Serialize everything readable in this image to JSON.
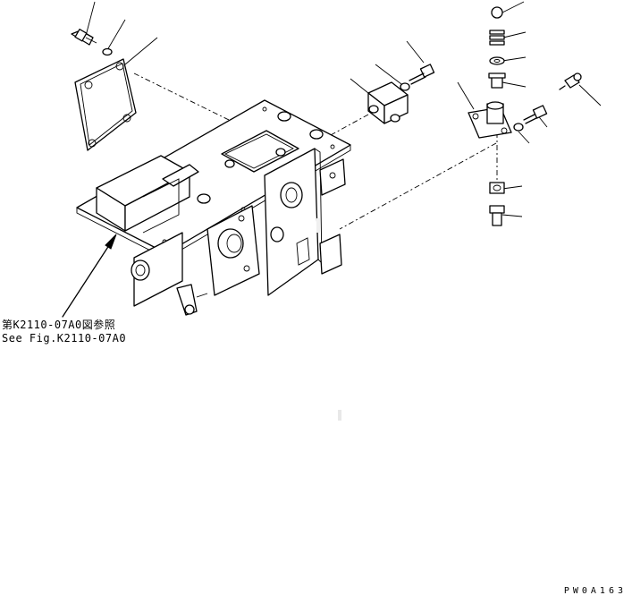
{
  "reference": {
    "japanese": "第K2110-07A0図参照",
    "english": "See Fig.K2110-07A0"
  },
  "drawing_code": "PW0A163"
}
